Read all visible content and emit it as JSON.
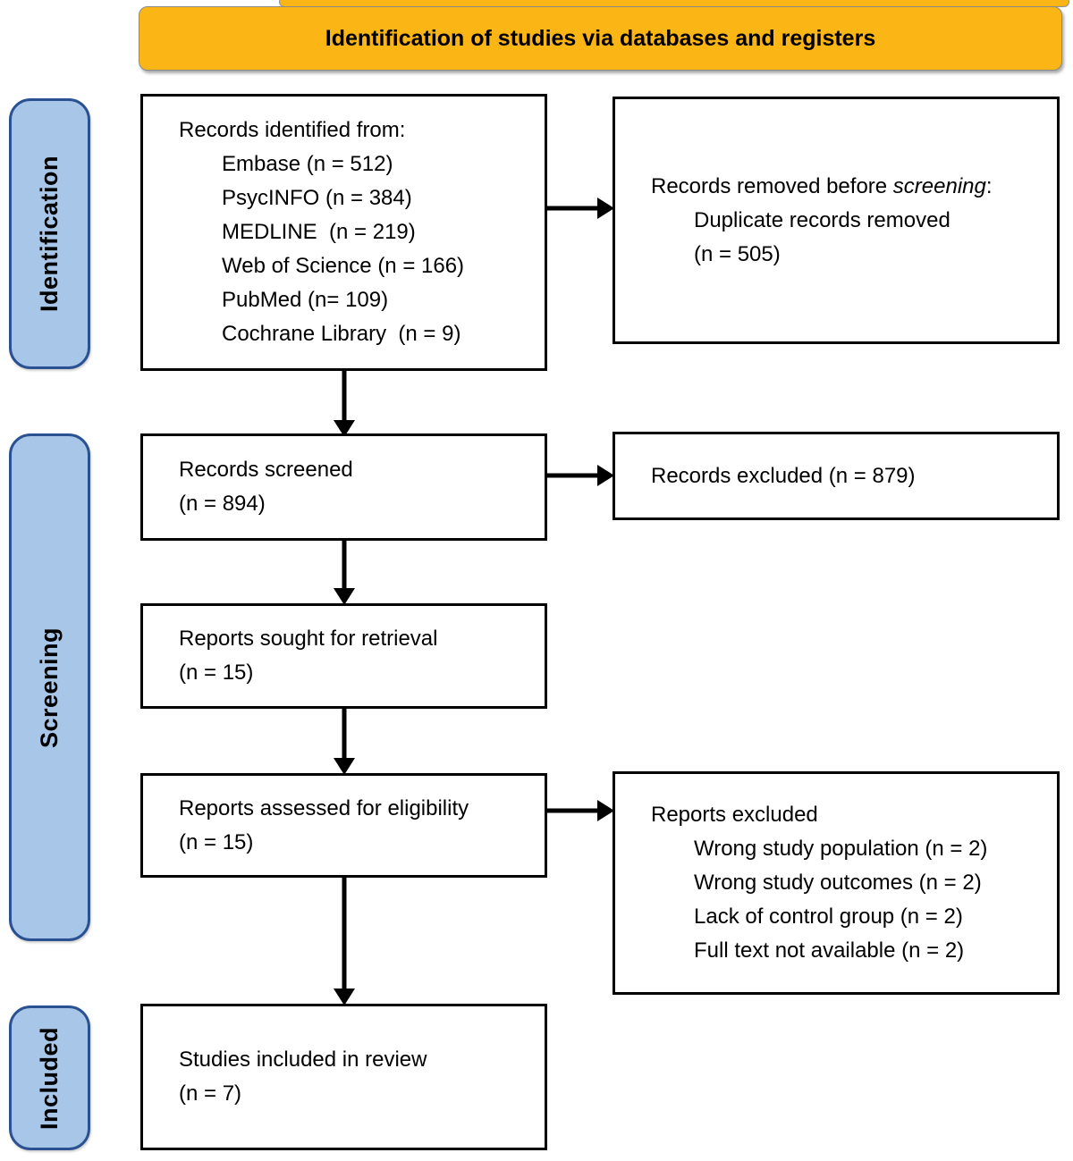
{
  "header": {
    "title": "Identification of studies via databases and registers"
  },
  "stages": [
    {
      "label": "Identification"
    },
    {
      "label": "Screening"
    },
    {
      "label": "Included"
    }
  ],
  "boxes": {
    "records_identified": {
      "title": "Records identified from:",
      "items": [
        "Embase (n = 512)",
        "PsycINFO (n = 384)",
        "MEDLINE  (n = 219)",
        "Web of Science (n = 166)",
        "PubMed (n= 109)",
        "Cochrane Library  (n = 9)"
      ]
    },
    "records_removed": {
      "title_prefix": "Records removed before ",
      "title_italic": "screening",
      "title_suffix": ":",
      "items": [
        "Duplicate records removed",
        "(n = 505)"
      ]
    },
    "records_screened": {
      "lines": [
        "Records screened",
        "(n = 894)"
      ]
    },
    "records_excluded": {
      "lines": [
        "Records excluded (n = 879)"
      ]
    },
    "reports_sought": {
      "lines": [
        "Reports sought for retrieval",
        "(n = 15)"
      ]
    },
    "reports_assessed": {
      "lines": [
        "Reports assessed for eligibility",
        "(n = 15)"
      ]
    },
    "reports_excluded": {
      "title": "Reports excluded",
      "items": [
        "Wrong study population (n = 2)",
        "Wrong study outcomes (n = 2)",
        "Lack of control group (n = 2)",
        "Full text not available (n = 2)"
      ]
    },
    "studies_included": {
      "lines": [
        "Studies included in review",
        "(n = 7)"
      ]
    }
  },
  "colors": {
    "header_bg": "#FBB615",
    "stage_bg": "#A8C6E8",
    "stage_border": "#2A5192",
    "box_border": "#000000",
    "arrow": "#000000"
  }
}
